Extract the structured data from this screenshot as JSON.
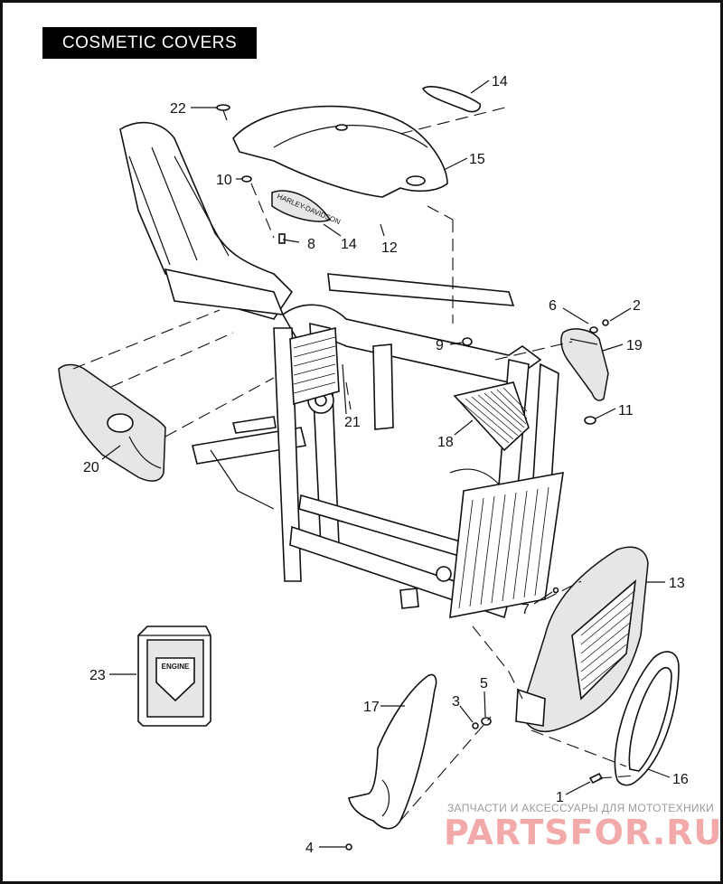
{
  "title": "COSMETIC COVERS",
  "callouts": {
    "c1": "1",
    "c2": "2",
    "c3": "3",
    "c4": "4",
    "c5": "5",
    "c6": "6",
    "c7": "7",
    "c8": "8",
    "c9": "9",
    "c10": "10",
    "c11": "11",
    "c12": "12",
    "c13": "13",
    "c14a": "14",
    "c14b": "14",
    "c15": "15",
    "c16": "16",
    "c17": "17",
    "c18": "18",
    "c19": "19",
    "c20": "20",
    "c21": "21",
    "c22": "22",
    "c23": "23"
  },
  "decal_text": "HARLEY-DAVIDSON",
  "badge_text": "ENGINE",
  "watermark": {
    "tagline": "ЗАПЧАСТИ И АКСЕССУАРЫ ДЛЯ МОТОТЕХНИКИ",
    "logo": "PARTSFOR.RU"
  }
}
